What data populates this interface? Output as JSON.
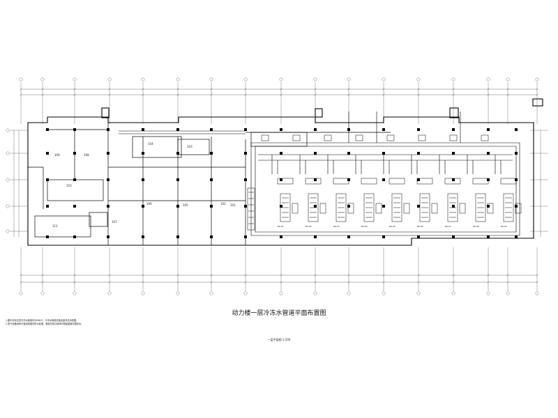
{
  "drawing": {
    "title": "动力楼一层冷冻水管道平面布置图",
    "scale_label": "一层平面图 1:100",
    "notes": [
      "1.图中未标注的冷冻水管道均为DN25，冷冻水管道安装高度详见系统图。",
      "2.电气设备用房与管道需做好防水处理，管道在穿过墙体时预留套管并做防水。"
    ],
    "room_labels": [
      "109",
      "108",
      "107",
      "106",
      "105",
      "104",
      "103",
      "102",
      "101",
      "111",
      "110"
    ],
    "equipment_tags": [
      "RK-01",
      "RK-02",
      "RK-03",
      "RK-04",
      "RK-05",
      "RK-06",
      "RK-07",
      "RK-08",
      "RK-09"
    ],
    "colors": {
      "line": "#000000",
      "background": "#ffffff"
    }
  }
}
